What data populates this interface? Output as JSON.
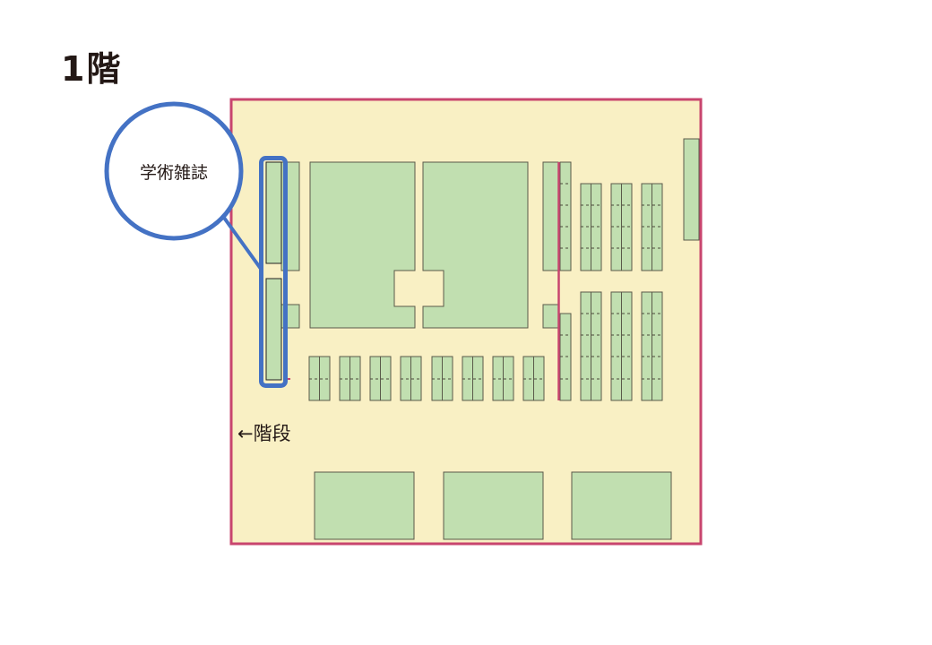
{
  "title": "1階",
  "callout": {
    "label": "学術雑誌"
  },
  "stairs": {
    "label": "←階段"
  },
  "colors": {
    "wall": "#c8456e",
    "floor": "#f9f0c4",
    "shelf": "#c1dfb0",
    "highlight": "#4472c4"
  }
}
